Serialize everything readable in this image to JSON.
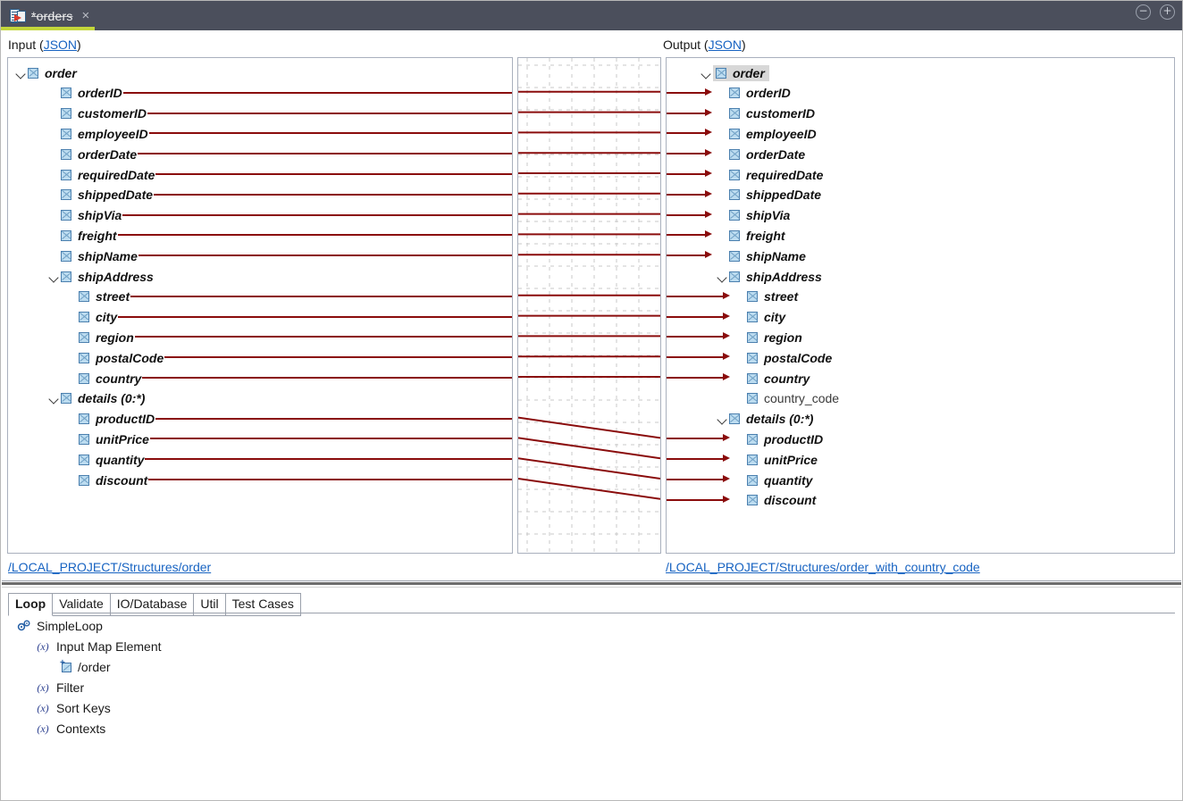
{
  "window": {
    "tab_title": "*orders",
    "tab_icon": "mapper-document-icon",
    "close_label": "×",
    "minimize_label": "−",
    "maximize_label": "+"
  },
  "input_panel": {
    "header_prefix": "Input (",
    "header_link": "JSON",
    "header_suffix": ")",
    "footer_link": "/LOCAL_PROJECT/Structures/order",
    "tree": [
      {
        "label": "order",
        "depth": 0,
        "expandable": true,
        "mapped": false,
        "bold": true
      },
      {
        "label": "orderID",
        "depth": 1,
        "expandable": false,
        "mapped": true,
        "bold": true
      },
      {
        "label": "customerID",
        "depth": 1,
        "expandable": false,
        "mapped": true,
        "bold": true
      },
      {
        "label": "employeeID",
        "depth": 1,
        "expandable": false,
        "mapped": true,
        "bold": true
      },
      {
        "label": "orderDate",
        "depth": 1,
        "expandable": false,
        "mapped": true,
        "bold": true
      },
      {
        "label": "requiredDate",
        "depth": 1,
        "expandable": false,
        "mapped": true,
        "bold": true
      },
      {
        "label": "shippedDate",
        "depth": 1,
        "expandable": false,
        "mapped": true,
        "bold": true
      },
      {
        "label": "shipVia",
        "depth": 1,
        "expandable": false,
        "mapped": true,
        "bold": true
      },
      {
        "label": "freight",
        "depth": 1,
        "expandable": false,
        "mapped": true,
        "bold": true
      },
      {
        "label": "shipName",
        "depth": 1,
        "expandable": false,
        "mapped": true,
        "bold": true
      },
      {
        "label": "shipAddress",
        "depth": 1,
        "expandable": true,
        "mapped": false,
        "bold": true
      },
      {
        "label": "street",
        "depth": 2,
        "expandable": false,
        "mapped": true,
        "bold": true
      },
      {
        "label": "city",
        "depth": 2,
        "expandable": false,
        "mapped": true,
        "bold": true
      },
      {
        "label": "region",
        "depth": 2,
        "expandable": false,
        "mapped": true,
        "bold": true
      },
      {
        "label": "postalCode",
        "depth": 2,
        "expandable": false,
        "mapped": true,
        "bold": true
      },
      {
        "label": "country",
        "depth": 2,
        "expandable": false,
        "mapped": true,
        "bold": true
      },
      {
        "label": "details (0:*)",
        "depth": 1,
        "expandable": true,
        "mapped": false,
        "bold": true
      },
      {
        "label": "productID",
        "depth": 2,
        "expandable": false,
        "mapped": true,
        "bold": true
      },
      {
        "label": "unitPrice",
        "depth": 2,
        "expandable": false,
        "mapped": true,
        "bold": true
      },
      {
        "label": "quantity",
        "depth": 2,
        "expandable": false,
        "mapped": true,
        "bold": true
      },
      {
        "label": "discount",
        "depth": 2,
        "expandable": false,
        "mapped": true,
        "bold": true
      }
    ]
  },
  "output_panel": {
    "header_prefix": "Output (",
    "header_link": "JSON",
    "header_suffix": ")",
    "footer_link": "/LOCAL_PROJECT/Structures/order_with_country_code",
    "tree": [
      {
        "label": "order",
        "depth": 0,
        "expandable": true,
        "mapped": false,
        "bold": true,
        "selected": true
      },
      {
        "label": "orderID",
        "depth": 1,
        "expandable": false,
        "mapped": true,
        "bold": true
      },
      {
        "label": "customerID",
        "depth": 1,
        "expandable": false,
        "mapped": true,
        "bold": true
      },
      {
        "label": "employeeID",
        "depth": 1,
        "expandable": false,
        "mapped": true,
        "bold": true
      },
      {
        "label": "orderDate",
        "depth": 1,
        "expandable": false,
        "mapped": true,
        "bold": true
      },
      {
        "label": "requiredDate",
        "depth": 1,
        "expandable": false,
        "mapped": true,
        "bold": true
      },
      {
        "label": "shippedDate",
        "depth": 1,
        "expandable": false,
        "mapped": true,
        "bold": true
      },
      {
        "label": "shipVia",
        "depth": 1,
        "expandable": false,
        "mapped": true,
        "bold": true
      },
      {
        "label": "freight",
        "depth": 1,
        "expandable": false,
        "mapped": true,
        "bold": true
      },
      {
        "label": "shipName",
        "depth": 1,
        "expandable": false,
        "mapped": true,
        "bold": true
      },
      {
        "label": "shipAddress",
        "depth": 1,
        "expandable": true,
        "mapped": false,
        "bold": true
      },
      {
        "label": "street",
        "depth": 2,
        "expandable": false,
        "mapped": true,
        "bold": true
      },
      {
        "label": "city",
        "depth": 2,
        "expandable": false,
        "mapped": true,
        "bold": true
      },
      {
        "label": "region",
        "depth": 2,
        "expandable": false,
        "mapped": true,
        "bold": true
      },
      {
        "label": "postalCode",
        "depth": 2,
        "expandable": false,
        "mapped": true,
        "bold": true
      },
      {
        "label": "country",
        "depth": 2,
        "expandable": false,
        "mapped": true,
        "bold": true
      },
      {
        "label": "country_code",
        "depth": 2,
        "expandable": false,
        "mapped": false,
        "bold": false
      },
      {
        "label": "details (0:*)",
        "depth": 1,
        "expandable": true,
        "mapped": false,
        "bold": true
      },
      {
        "label": "productID",
        "depth": 2,
        "expandable": false,
        "mapped": true,
        "bold": true
      },
      {
        "label": "unitPrice",
        "depth": 2,
        "expandable": false,
        "mapped": true,
        "bold": true
      },
      {
        "label": "quantity",
        "depth": 2,
        "expandable": false,
        "mapped": true,
        "bold": true
      },
      {
        "label": "discount",
        "depth": 2,
        "expandable": false,
        "mapped": true,
        "bold": true
      }
    ]
  },
  "mapping": {
    "line_color": "#8a0c0c",
    "grid_color": "#c9c9c9",
    "links": [
      {
        "from": "orderID",
        "to": "orderID"
      },
      {
        "from": "customerID",
        "to": "customerID"
      },
      {
        "from": "employeeID",
        "to": "employeeID"
      },
      {
        "from": "orderDate",
        "to": "orderDate"
      },
      {
        "from": "requiredDate",
        "to": "requiredDate"
      },
      {
        "from": "shippedDate",
        "to": "shippedDate"
      },
      {
        "from": "shipVia",
        "to": "shipVia"
      },
      {
        "from": "freight",
        "to": "freight"
      },
      {
        "from": "shipName",
        "to": "shipName"
      },
      {
        "from": "street",
        "to": "street"
      },
      {
        "from": "city",
        "to": "city"
      },
      {
        "from": "region",
        "to": "region"
      },
      {
        "from": "postalCode",
        "to": "postalCode"
      },
      {
        "from": "country",
        "to": "country"
      },
      {
        "from": "productID",
        "to": "productID"
      },
      {
        "from": "unitPrice",
        "to": "unitPrice"
      },
      {
        "from": "quantity",
        "to": "quantity"
      },
      {
        "from": "discount",
        "to": "discount"
      }
    ]
  },
  "bottom": {
    "tabs": [
      {
        "label": "Loop",
        "active": true
      },
      {
        "label": "Validate",
        "active": false
      },
      {
        "label": "IO/Database",
        "active": false
      },
      {
        "label": "Util",
        "active": false
      },
      {
        "label": "Test Cases",
        "active": false
      }
    ],
    "tree": [
      {
        "label": "SimpleLoop",
        "depth": 0,
        "icon": "gears-icon",
        "expandable": true
      },
      {
        "label": "Input Map Element",
        "depth": 1,
        "icon": "fx-icon",
        "expandable": true
      },
      {
        "label": "/order",
        "depth": 2,
        "icon": "map-element-icon",
        "expandable": false
      },
      {
        "label": "Filter",
        "depth": 1,
        "icon": "fx-icon",
        "expandable": false
      },
      {
        "label": "Sort Keys",
        "depth": 1,
        "icon": "fx-icon",
        "expandable": false
      },
      {
        "label": "Contexts",
        "depth": 1,
        "icon": "fx-icon",
        "expandable": false
      }
    ]
  }
}
